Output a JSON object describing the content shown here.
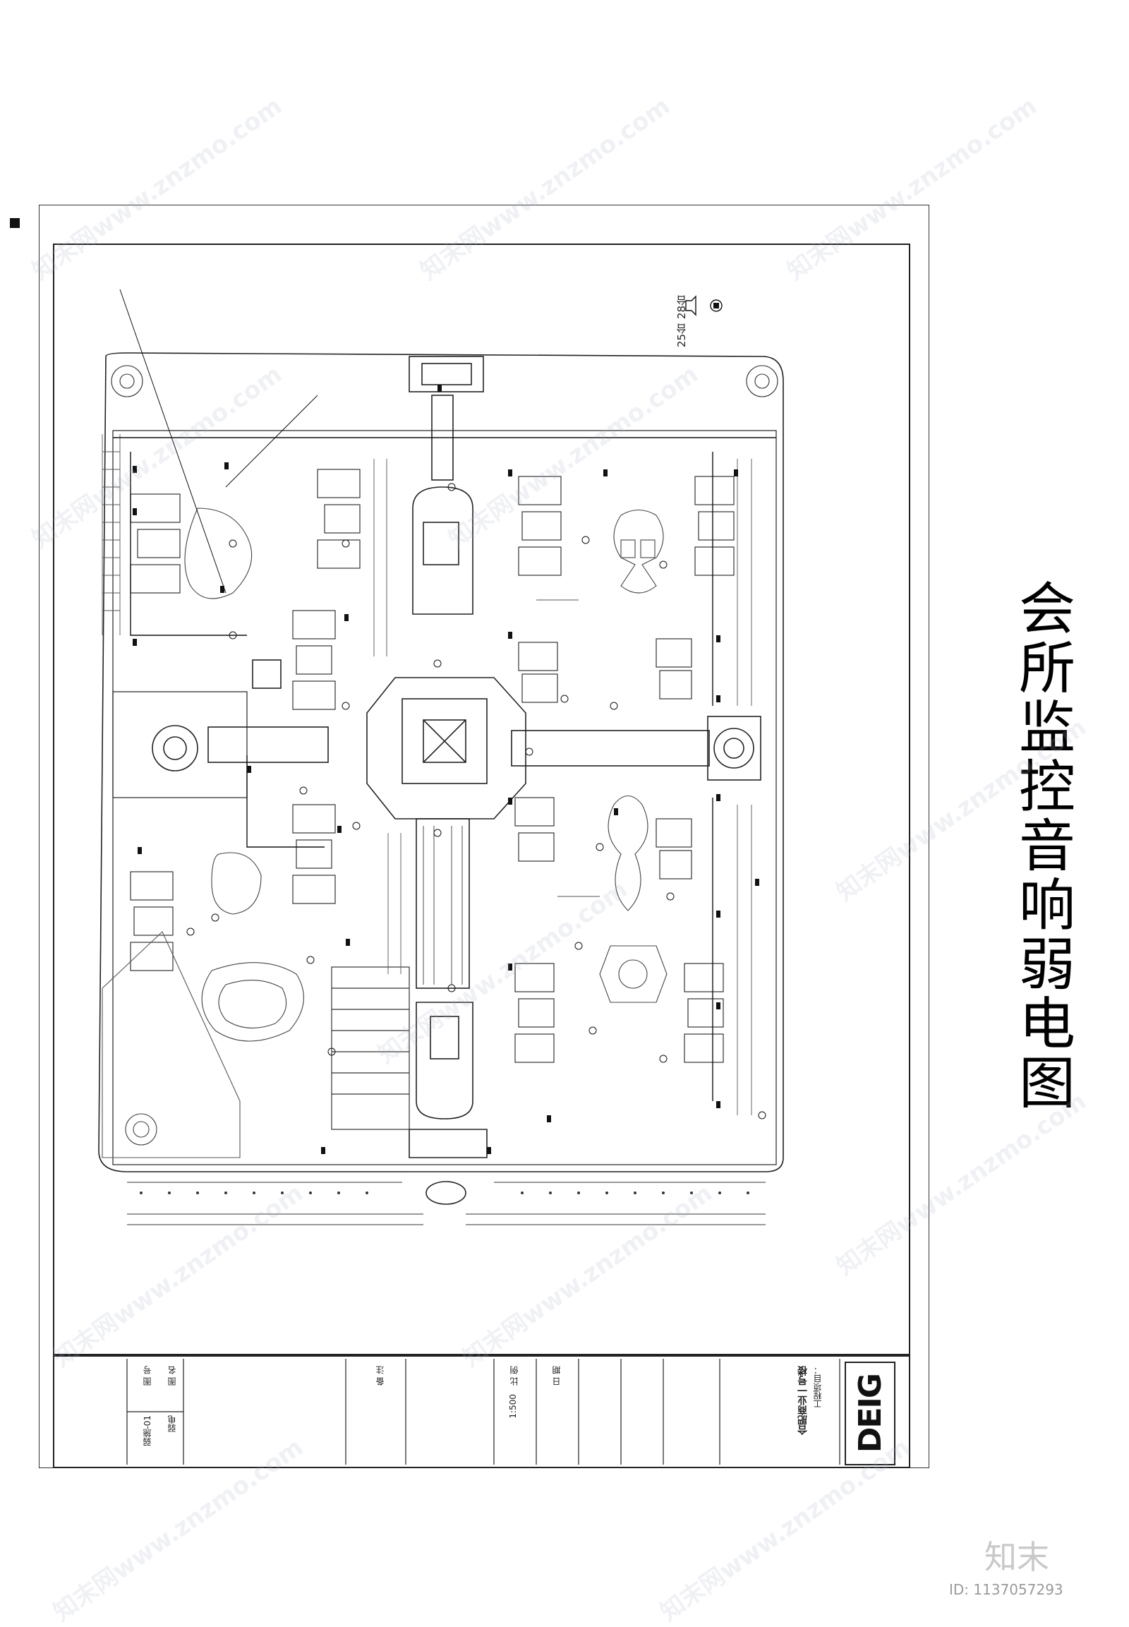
{
  "drawing": {
    "title": "会所监控音响弱电图",
    "legend": [
      {
        "symbol": "camera-icon",
        "label": "28台"
      },
      {
        "symbol": "speaker-icon",
        "label": "25台"
      }
    ]
  },
  "title_block": {
    "logo": "DEIG",
    "project_label": "工程项目：",
    "project_name": "合肥商业一号楼",
    "drawing_name_label": "图 名",
    "drawing_name": "弱电",
    "drawing_no_label": "图 号",
    "drawing_no": "弱施-01",
    "scale_label": "比 例",
    "scale": "1:500",
    "date_label": "日 期",
    "note_label": "备 注"
  },
  "watermark": {
    "site": "知末网www.znzmo.com",
    "brand": "知末",
    "id": "ID: 1137057293"
  },
  "colors": {
    "line": "#222222",
    "hatch": "#555555",
    "watermark": "#aab4c8"
  }
}
